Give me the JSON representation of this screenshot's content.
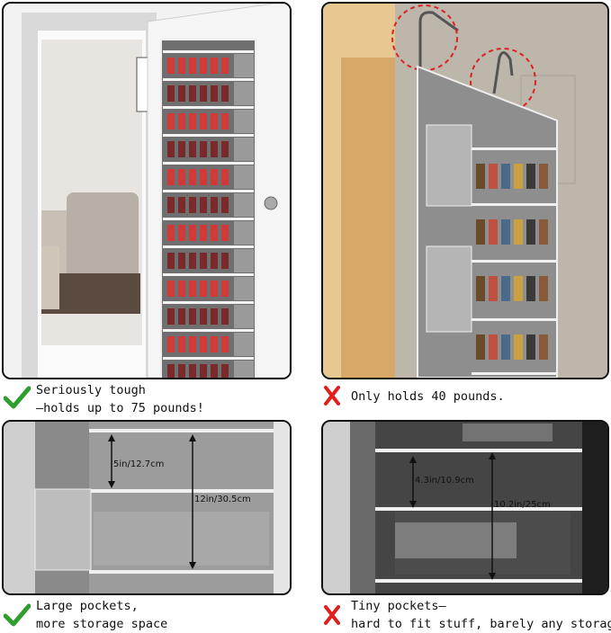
{
  "panels": [
    {
      "caption_lines": [
        "Seriously tough",
        "—holds up to 75 pounds!"
      ],
      "verdict": "check",
      "verdict_color": "#2e9e2e"
    },
    {
      "caption_lines": [
        "Only holds 40 pounds."
      ],
      "verdict": "cross",
      "verdict_color": "#e02020"
    },
    {
      "caption_lines": [
        "Large pockets,",
        "more storage space"
      ],
      "verdict": "check",
      "verdict_color": "#2e9e2e",
      "dimensions": [
        "5in/12.7cm",
        "12in/30.5cm"
      ]
    },
    {
      "caption_lines": [
        "Tiny pockets—",
        "hard to fit stuff, barely any storage!"
      ],
      "verdict": "cross",
      "verdict_color": "#e02020",
      "dimensions": [
        "4.3in/10.9cm",
        "10.2in/25cm"
      ]
    }
  ]
}
